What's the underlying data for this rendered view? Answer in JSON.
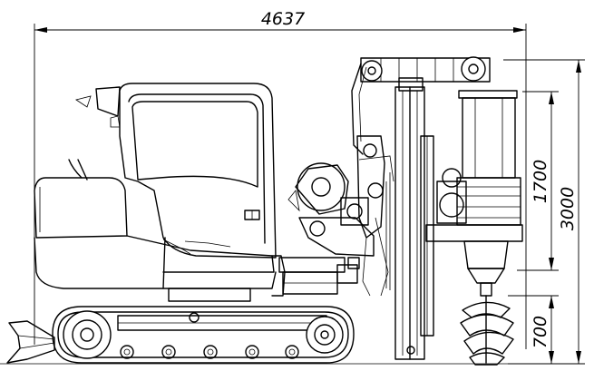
{
  "dimensions": {
    "overall_length": "4637",
    "mast_height": "3000",
    "upper_section": "1700",
    "lower_section": "700"
  }
}
